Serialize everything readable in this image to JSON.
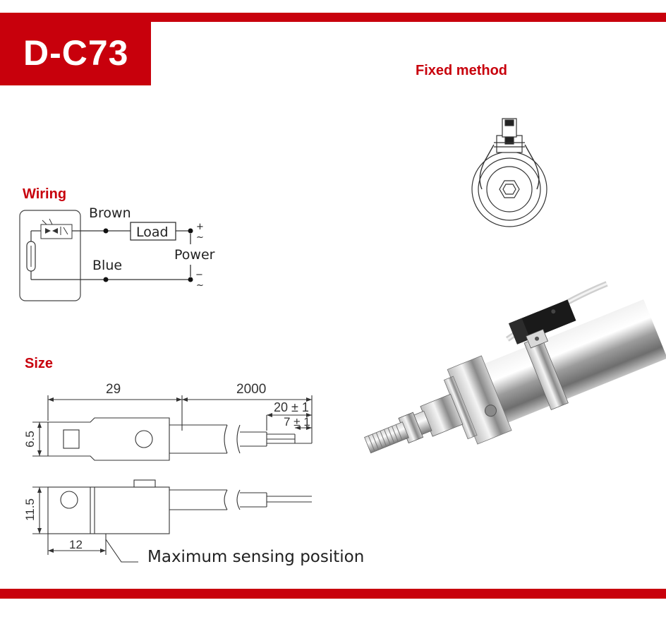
{
  "header": {
    "model": "D-C73",
    "accent_color": "#c8000c"
  },
  "sections": {
    "fixed_method": "Fixed method",
    "wiring": "Wiring",
    "size": "Size"
  },
  "wiring": {
    "brown": "Brown",
    "load": "Load",
    "power": "Power",
    "blue": "Blue",
    "plus": "+",
    "minus": "−",
    "ac": "~"
  },
  "size": {
    "dim_29": "29",
    "dim_2000": "2000",
    "dim_20": "20 ± 1",
    "dim_7": "7 ± 1",
    "dim_6_5": "6.5",
    "dim_11_5": "11.5",
    "dim_12": "12",
    "max_sensing": "Maximum sensing position"
  }
}
